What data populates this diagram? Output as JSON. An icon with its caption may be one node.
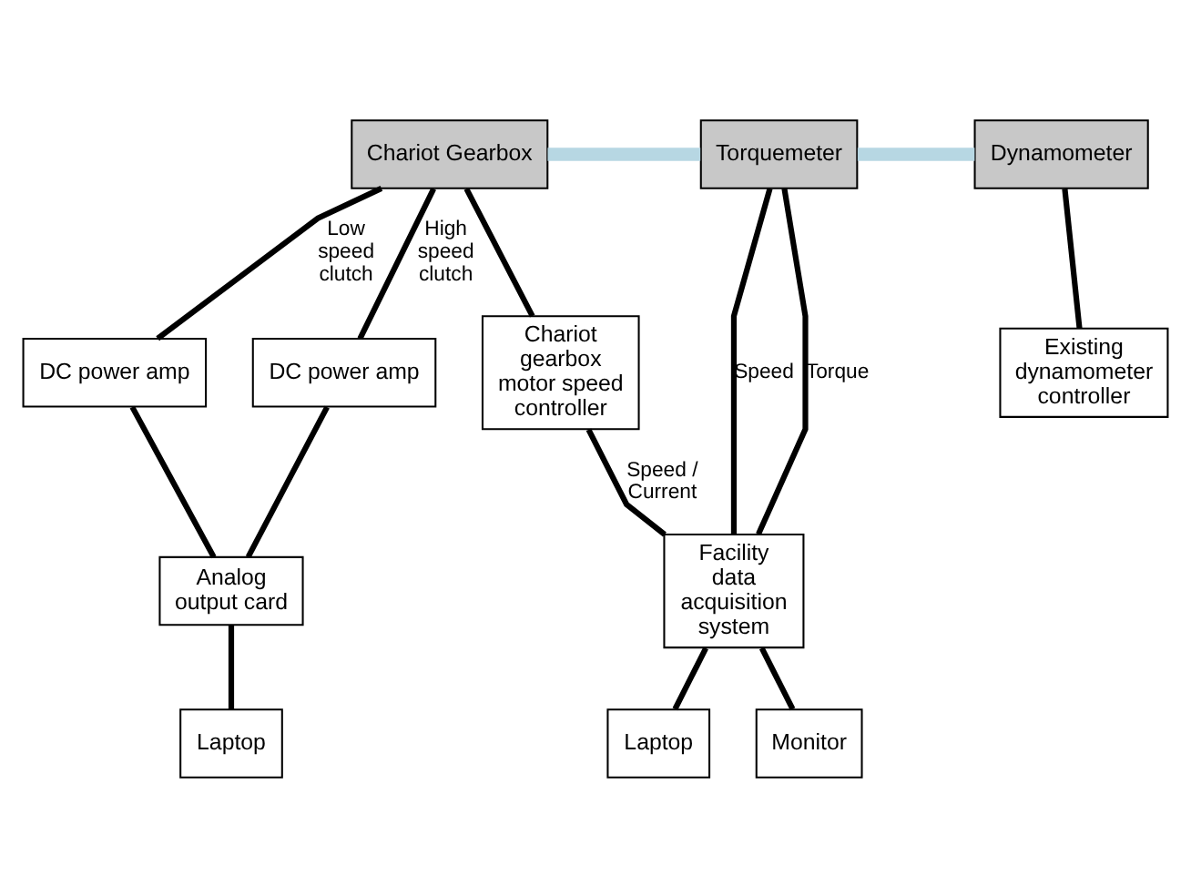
{
  "diagram": {
    "nodes": [
      {
        "text": [
          "Chariot Gearbox"
        ]
      },
      {
        "text": [
          "Torquemeter"
        ]
      },
      {
        "text": [
          "Dynamometer"
        ]
      },
      {
        "text": [
          "Chariot gearbox motor speed controller"
        ]
      },
      {
        "text": [
          "Existing dynamometer controller"
        ]
      },
      {
        "text": [
          "DC power amp"
        ]
      },
      {
        "text": [
          "DC power amp"
        ]
      },
      {
        "text": [
          "Facility data acquisition system"
        ]
      },
      {
        "text": [
          "Analog output card"
        ]
      },
      {
        "text": [
          "Monitor"
        ]
      },
      {
        "text": [
          "Laptop"
        ]
      },
      {
        "text": [
          "Laptop"
        ]
      }
    ],
    "edges": [
      {
        "from": 0,
        "to": 1,
        "arrow": "none",
        "style": "thick",
        "color": "#b7d7e3"
      },
      {
        "from": 1,
        "to": 2,
        "arrow": "none",
        "style": "thick",
        "color": "#b7d7e3"
      },
      {
        "from": 0,
        "to": 5,
        "arrow": "none",
        "label": "Low speed clutch"
      },
      {
        "from": 0,
        "to": 6,
        "arrow": "none",
        "label": "High speed clutch"
      },
      {
        "from": 0,
        "to": 3,
        "arrow": "none"
      },
      {
        "from": 1,
        "to": 7,
        "arrow": "none",
        "label": "Torque"
      },
      {
        "from": 1,
        "to": 7,
        "arrow": "none",
        "label": "Speed"
      },
      {
        "from": 2,
        "to": 4,
        "arrow": "none"
      },
      {
        "from": 3,
        "to": 7,
        "arrow": "none",
        "label": "Speed / Current"
      },
      {
        "from": 5,
        "to": 8,
        "arrow": "none"
      },
      {
        "from": 6,
        "to": 8,
        "arrow": "none"
      },
      {
        "from": 7,
        "to": 9,
        "arrow": "none"
      },
      {
        "from": 7,
        "to": 10,
        "arrow": "none"
      },
      {
        "from": 8,
        "to": 11,
        "arrow": "none"
      }
    ]
  }
}
